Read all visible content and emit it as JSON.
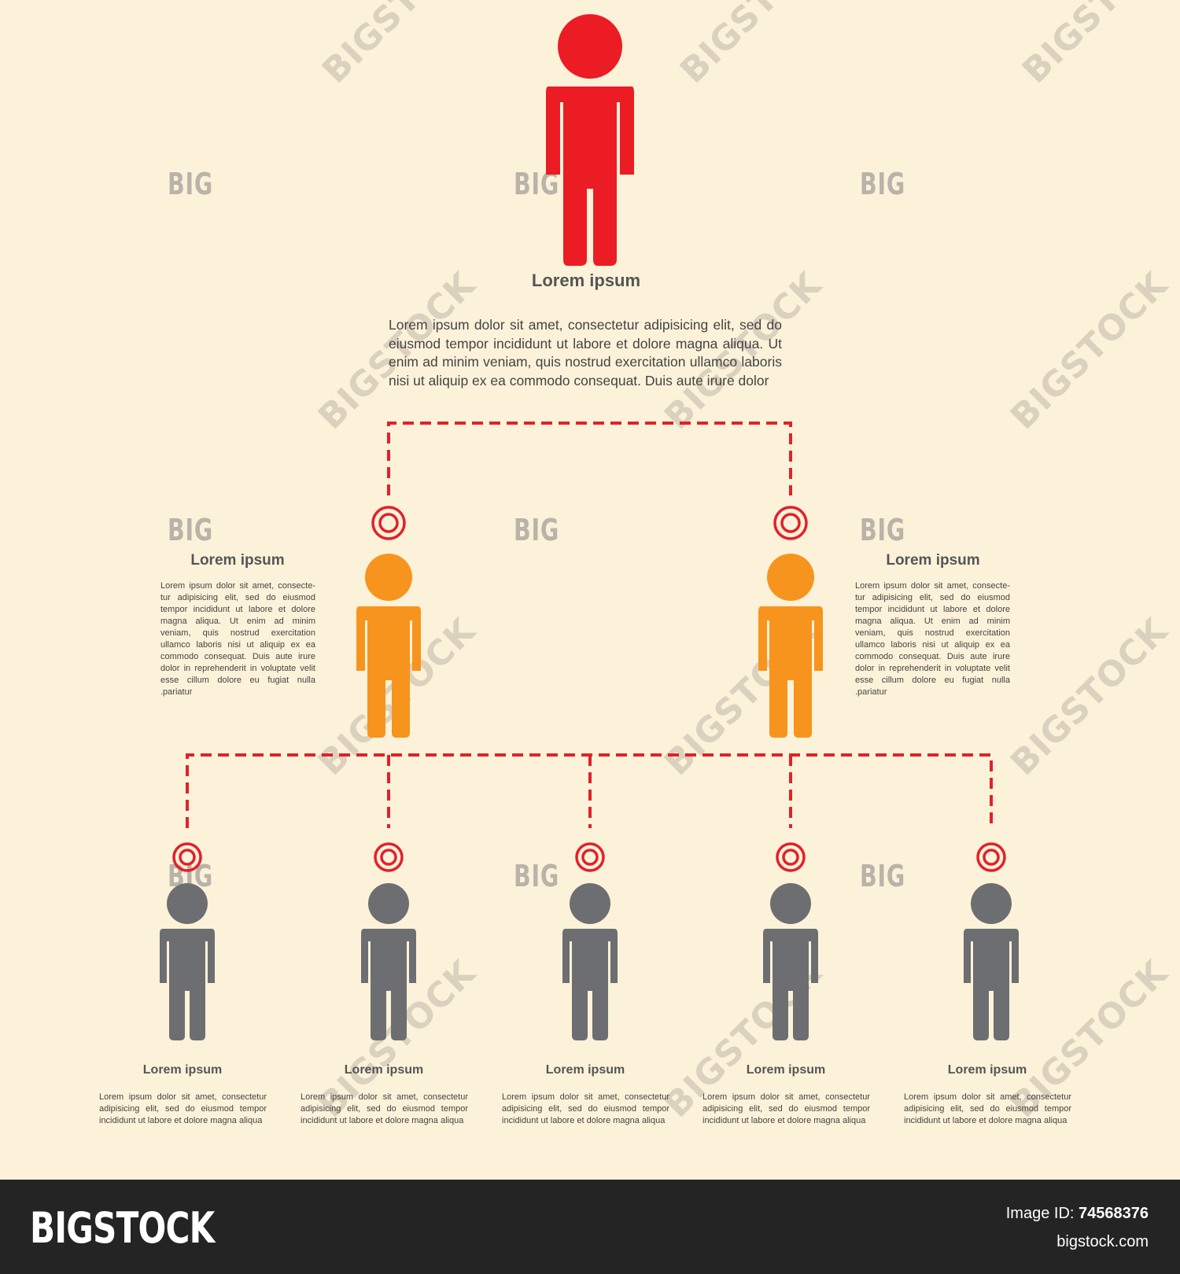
{
  "colors": {
    "background": "#fcf2d9",
    "top_person": "#ec1c24",
    "mid_person": "#f7941d",
    "bottom_person": "#6d6e71",
    "connector": "#e3202a",
    "footer_bg": "#242424"
  },
  "top": {
    "title": "Lorem ipsum",
    "text": "Lorem ipsum dolor sit amet, consectetur adipisicing elit, sed do eiusmod tempor incididunt ut labore et dolore magna aliqua. Ut enim ad minim veniam, quis nostrud exercitation ullamco laboris nisi ut aliquip ex ea commodo consequat. Duis aute irure dolor"
  },
  "middle": [
    {
      "title": "Lorem ipsum",
      "text": "Lorem ipsum dolor sit amet, consecte-tur adipisicing elit, sed do eiusmod tempor incididunt ut labore et dolore magna aliqua. Ut enim ad minim veniam, quis nostrud exercitation ullamco laboris nisi ut aliquip ex ea commodo consequat. Duis aute irure dolor in reprehenderit in voluptate velit esse cillum dolore eu fugiat nulla .pariatur"
    },
    {
      "title": "Lorem ipsum",
      "text": "Lorem ipsum dolor sit amet, consecte-tur adipisicing elit, sed do eiusmod tempor incididunt ut labore et dolore magna aliqua. Ut enim ad minim veniam, quis nostrud exercitation ullamco laboris nisi ut aliquip ex ea commodo consequat. Duis aute irure dolor in reprehenderit in voluptate velit esse cillum dolore eu fugiat nulla .pariatur"
    }
  ],
  "bottom": [
    {
      "title": "Lorem ipsum",
      "text": "Lorem ipsum dolor sit amet, consectetur adipisicing elit, sed do eiusmod tempor incididunt ut labore et dolore magna aliqua"
    },
    {
      "title": "Lorem ipsum",
      "text": "Lorem ipsum dolor sit amet, consectetur adipisicing elit, sed do eiusmod tempor incididunt ut labore et dolore magna aliqua"
    },
    {
      "title": "Lorem ipsum",
      "text": "Lorem ipsum dolor sit amet, consectetur adipisicing elit, sed do eiusmod tempor incididunt ut labore et dolore magna aliqua"
    },
    {
      "title": "Lorem ipsum",
      "text": "Lorem ipsum dolor sit amet, consectetur adipisicing elit, sed do eiusmod tempor incididunt ut labore et dolore magna aliqua"
    },
    {
      "title": "Lorem ipsum",
      "text": "Lorem ipsum dolor sit amet, consectetur adipisicing elit, sed do eiusmod tempor incididunt ut labore et dolore magna aliqua"
    }
  ],
  "watermark": {
    "big": "BIG",
    "full": "BIGSTOCK"
  },
  "footer": {
    "logo": "BIGSTOCK",
    "image_id_label": "Image ID:",
    "image_id": "74568376",
    "site": "bigstock.com"
  }
}
